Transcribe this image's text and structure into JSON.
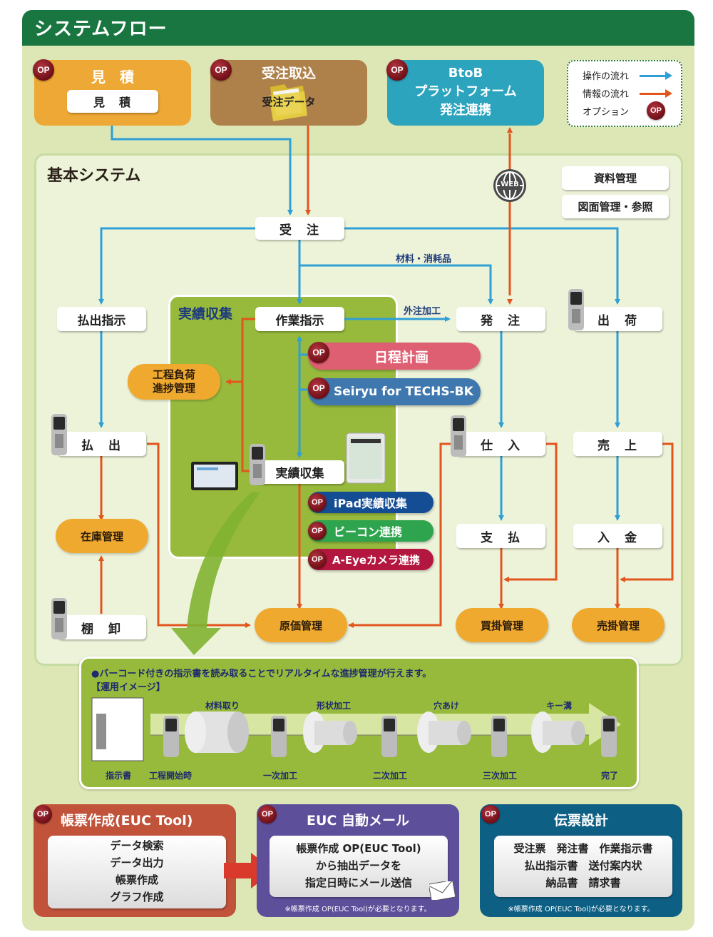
{
  "header": {
    "title": "システムフロー"
  },
  "legend": {
    "items": [
      {
        "label": "操作の流れ",
        "color": "#2f9fd6"
      },
      {
        "label": "情報の流れ",
        "color": "#e2561e"
      },
      {
        "label": "オプション",
        "badge": "OP"
      }
    ]
  },
  "colors": {
    "operation_flow": "#2f9fd6",
    "info_flow": "#e2561e",
    "header": "#197640",
    "option_badge": "#8b1a22"
  },
  "op_badge": "OP",
  "top_boxes": {
    "mitsumori": {
      "title": "見　積",
      "inner": "見　積"
    },
    "juchu_torikomi": {
      "title": "受注取込",
      "inner": "受注データ"
    },
    "btob": {
      "line1": "BtoB",
      "line2": "プラットフォーム",
      "line3": "発注連携"
    }
  },
  "web_icon_label": "WEB",
  "kihon": {
    "title": "基本システム",
    "side_boxes": [
      "資料管理",
      "図面管理・参照"
    ],
    "nodes": {
      "juchu": "受　注",
      "haraidashi_shiji": "払出指示",
      "sagyo_shiji": "作業指示",
      "hatchu": "発　注",
      "shukka": "出　荷",
      "haraidashi": "払　出",
      "jisseki_shushu": "実績収集",
      "shiire": "仕　入",
      "uriage": "売　上",
      "shiharai": "支　払",
      "nyukin": "入　金",
      "tanaoroshi": "棚　卸"
    },
    "pills": {
      "kotei_fuka": "工程負荷\n進捗管理",
      "zaiko_kanri": "在庫管理",
      "genka_kanri": "原価管理",
      "kaikake_kanri": "買掛管理",
      "urikake_kanri": "売掛管理"
    },
    "edge_labels": {
      "zairyo": "材料・消耗品",
      "gaichu": "外注加工"
    }
  },
  "jisseki": {
    "title": "実績収集",
    "options": [
      {
        "label": "日程計画",
        "color": "#df5f72"
      },
      {
        "label": "Seiryu for TECHS-BK",
        "color": "#3f78ae"
      },
      {
        "label": "iPad実績収集",
        "color": "#154d95"
      },
      {
        "label": "ビーコン連携",
        "color": "#2ea44e"
      },
      {
        "label": "A-Eyeカメラ連携",
        "color": "#b3163f"
      }
    ]
  },
  "image_panel": {
    "headline": "●バーコード付きの指示書を読み取ることでリアルタイムな進捗管理が行えます。",
    "subheading": "【運用イメージ】",
    "process_labels": [
      "材料取り",
      "形状加工",
      "穴あけ",
      "キー溝"
    ],
    "stage_labels": [
      "指示書",
      "工程開始時",
      "一次加工",
      "二次加工",
      "三次加工",
      "完了"
    ]
  },
  "bottom": {
    "euc_tool": {
      "title": "帳票作成(EUC Tool)",
      "items": [
        "データ検索",
        "データ出力",
        "帳票作成",
        "グラフ作成"
      ],
      "color": "#c0533a"
    },
    "euc_mail": {
      "title": "EUC 自動メール",
      "lines": [
        "帳票作成 OP(EUC Tool)",
        "から抽出データを",
        "指定日時にメール送信"
      ],
      "note": "※帳票作成 OP(EUC Tool)が必要となります。",
      "color": "#5e4f9a"
    },
    "denpyo": {
      "title": "伝票設計",
      "lines": [
        "受注票　発注書　作業指示書",
        "払出指示書　送付案内状",
        "納品書　請求書"
      ],
      "note": "※帳票作成 OP(EUC Tool)が必要となります。",
      "color": "#0e5f84"
    }
  }
}
